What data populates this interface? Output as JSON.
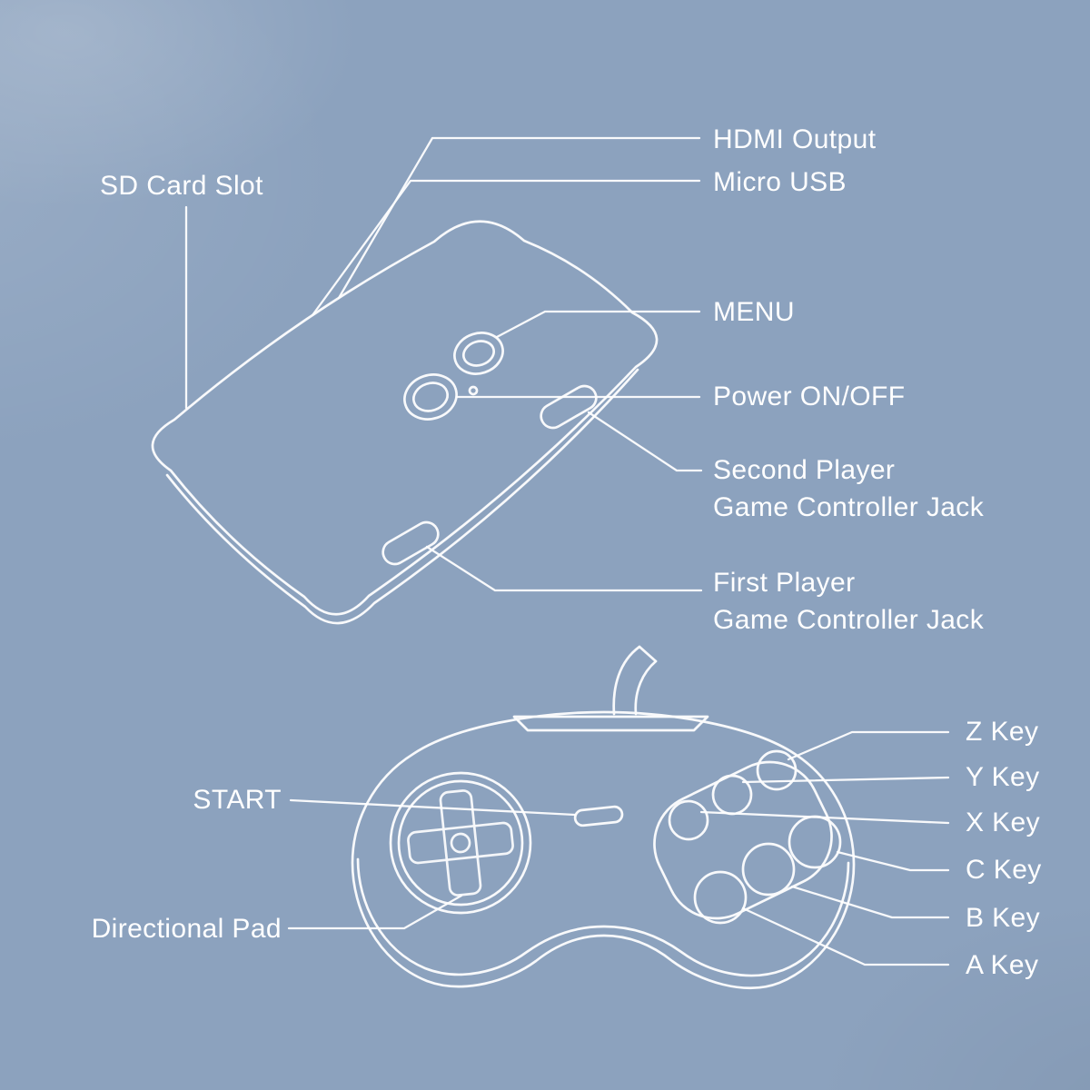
{
  "colors": {
    "background": "#8CA2BE",
    "line": "#FFFFFF",
    "text": "#FFFFFF"
  },
  "console": {
    "labels": {
      "sd_card_slot": "SD Card Slot",
      "hdmi_output": "HDMI Output",
      "micro_usb": "Micro USB",
      "menu": "MENU",
      "power_on_off": "Power ON/OFF",
      "second_player_jack": [
        "Second Player",
        "Game Controller Jack"
      ],
      "first_player_jack": [
        "First Player",
        "Game Controller Jack"
      ]
    }
  },
  "controller": {
    "labels": {
      "start": "START",
      "directional_pad": "Directional Pad",
      "z_key": "Z Key",
      "y_key": "Y Key",
      "x_key": "X Key",
      "c_key": "C Key",
      "b_key": "B Key",
      "a_key": "A Key"
    }
  }
}
